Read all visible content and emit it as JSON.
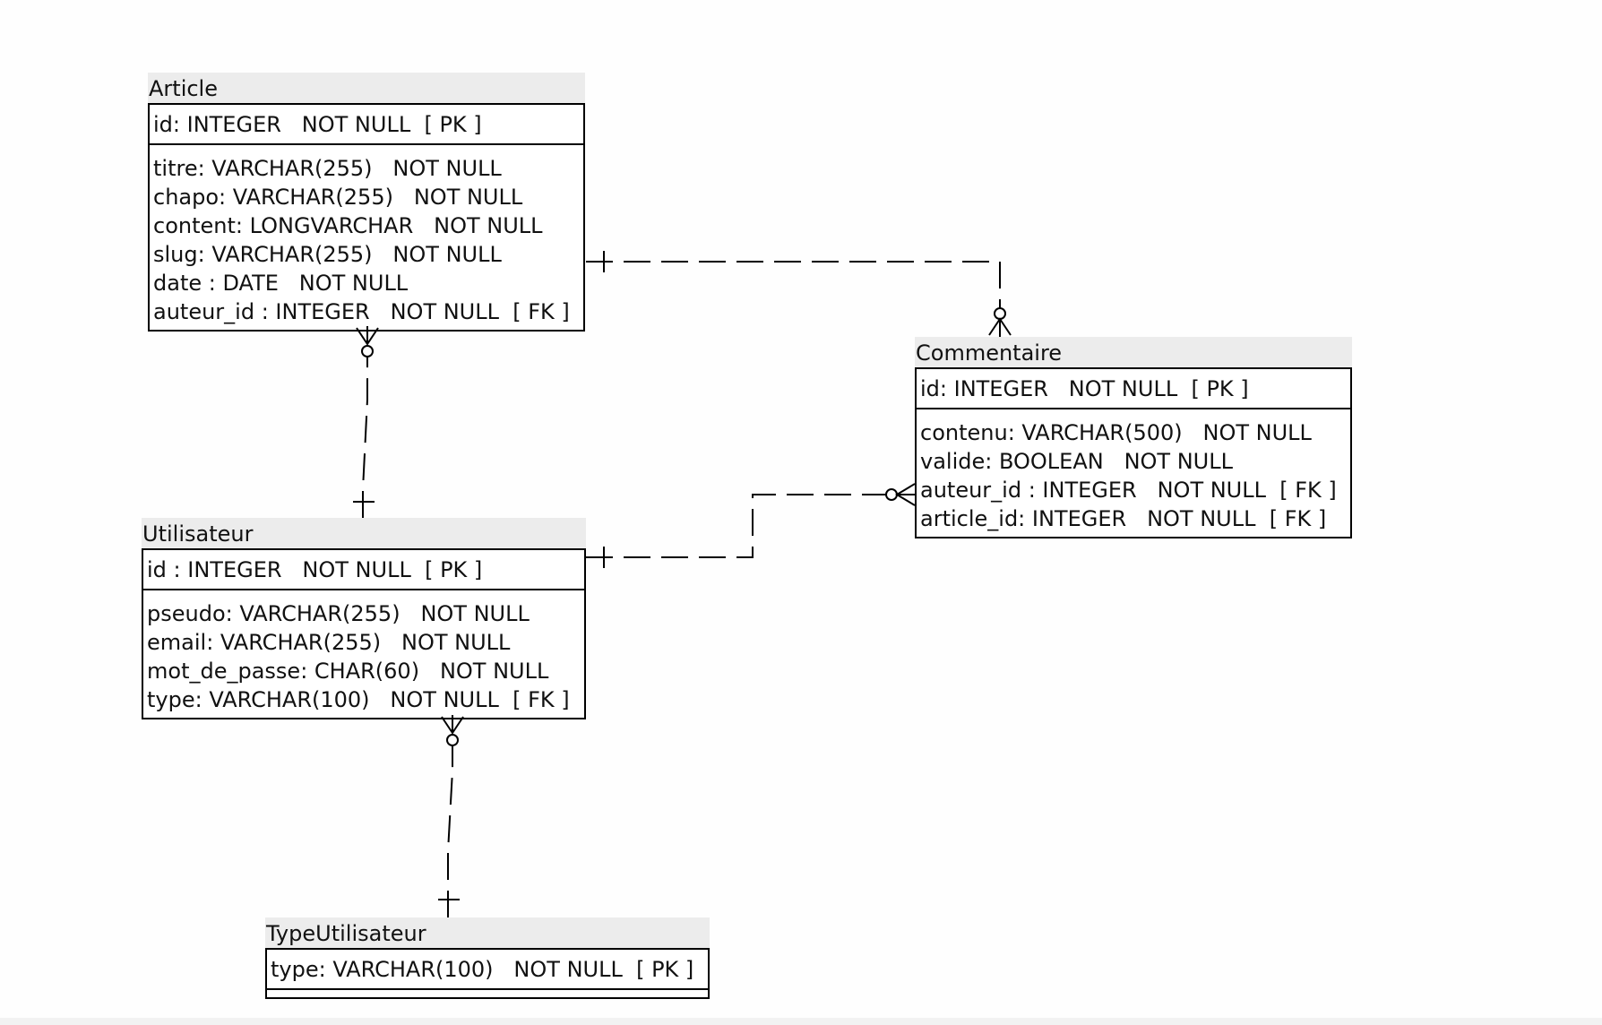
{
  "diagram": {
    "entities": {
      "article": {
        "name": "Article",
        "primary": [
          "id: INTEGER   NOT NULL  [ PK ]"
        ],
        "attributes": [
          "titre: VARCHAR(255)   NOT NULL",
          "chapo: VARCHAR(255)   NOT NULL",
          "content: LONGVARCHAR   NOT NULL",
          "slug: VARCHAR(255)   NOT NULL",
          "date : DATE   NOT NULL",
          "auteur_id : INTEGER   NOT NULL  [ FK ]"
        ]
      },
      "commentaire": {
        "name": "Commentaire",
        "primary": [
          "id: INTEGER   NOT NULL  [ PK ]"
        ],
        "attributes": [
          "contenu: VARCHAR(500)   NOT NULL",
          "valide: BOOLEAN   NOT NULL",
          "auteur_id : INTEGER   NOT NULL  [ FK ]",
          "article_id: INTEGER   NOT NULL  [ FK ]"
        ]
      },
      "utilisateur": {
        "name": "Utilisateur",
        "primary": [
          "id : INTEGER   NOT NULL  [ PK ]"
        ],
        "attributes": [
          "pseudo: VARCHAR(255)   NOT NULL",
          "email: VARCHAR(255)   NOT NULL",
          "mot_de_passe: CHAR(60)   NOT NULL",
          "type: VARCHAR(100)   NOT NULL  [ FK ]"
        ]
      },
      "typeutilisateur": {
        "name": "TypeUtilisateur",
        "primary": [
          "type: VARCHAR(100)   NOT NULL  [ PK ]"
        ],
        "attributes": []
      }
    },
    "relationships": [
      {
        "from": "article",
        "to": "commentaire",
        "from_cardinality": "one",
        "to_cardinality": "zero-or-many"
      },
      {
        "from": "utilisateur",
        "to": "article",
        "from_cardinality": "one",
        "to_cardinality": "zero-or-many"
      },
      {
        "from": "utilisateur",
        "to": "commentaire",
        "from_cardinality": "one",
        "to_cardinality": "zero-or-many"
      },
      {
        "from": "typeutilisateur",
        "to": "utilisateur",
        "from_cardinality": "one",
        "to_cardinality": "zero-or-many"
      }
    ],
    "colors": {
      "header_background": "#ececec",
      "border": "#000000",
      "background": "#ffffff"
    }
  }
}
